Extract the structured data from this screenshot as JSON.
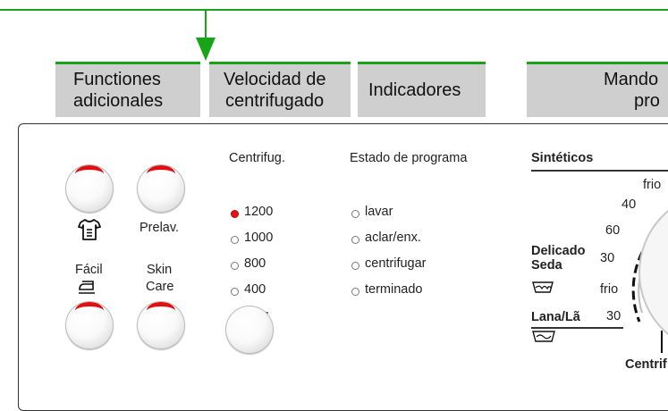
{
  "headers": {
    "funciones": [
      "Functiones",
      "adicionales"
    ],
    "velocidad": [
      "Velocidad de",
      "centrifugado"
    ],
    "indicadores": "Indicadores",
    "mando": [
      "Mando",
      "pro"
    ]
  },
  "funciones": {
    "prelav_label": "Prelav.",
    "facil_label": "Fácil",
    "skin_care_label": [
      "Skin",
      "Care"
    ]
  },
  "velocidad": {
    "title": "Centrifug.",
    "options": [
      {
        "label": "1200",
        "active": true
      },
      {
        "label": "1000",
        "active": false
      },
      {
        "label": "800",
        "active": false
      },
      {
        "label": "400",
        "active": false
      }
    ]
  },
  "indicadores": {
    "title": "Estado de programa",
    "items": [
      "lavar",
      "aclar/enx.",
      "centrifugar",
      "terminado"
    ]
  },
  "programas": {
    "sinteticos": "Sintéticos",
    "frio_top": "frio",
    "t40": "40",
    "t60": "60",
    "delicado": [
      "Delicado",
      "Seda"
    ],
    "t30a": "30",
    "frio_mid": "frio",
    "lana": "Lana/Lã",
    "t30b": "30",
    "centrif_cut": "Centrif"
  },
  "colors": {
    "accent_green": "#19a319",
    "led_red": "#e01515",
    "header_gray": "#cfcfcf"
  }
}
